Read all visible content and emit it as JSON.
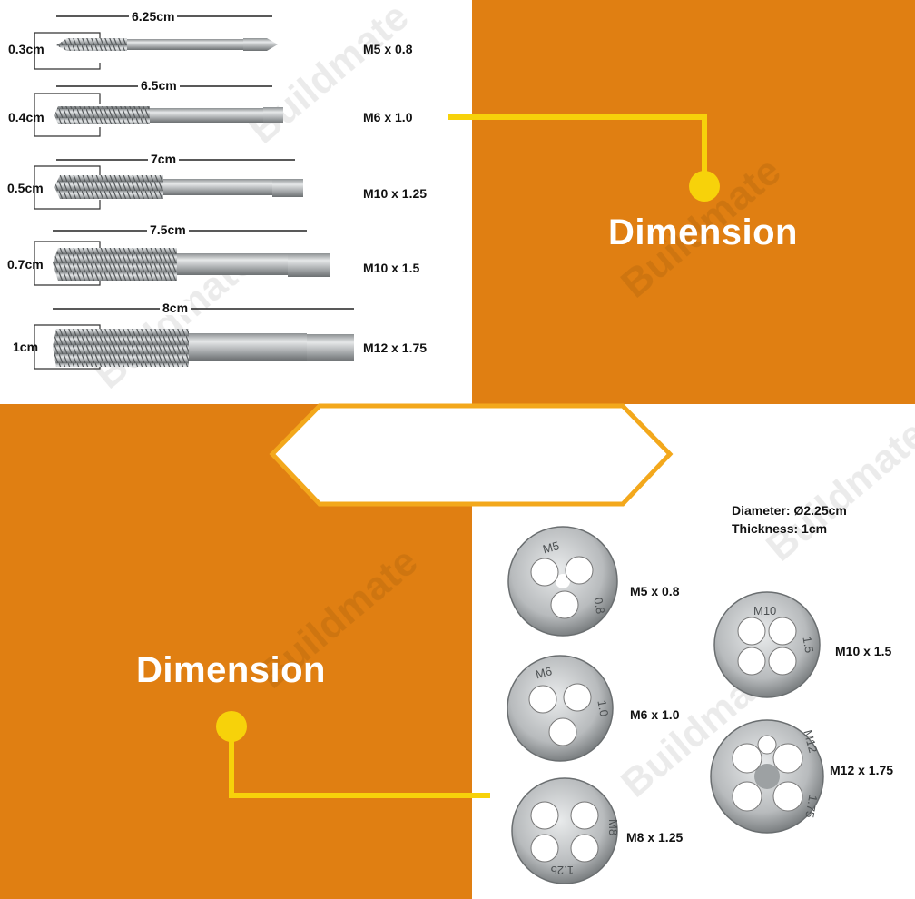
{
  "taps": [
    {
      "length_label": "6.25cm",
      "diameter_label": "0.3cm",
      "size_label": "M5 x 0.8"
    },
    {
      "length_label": "6.5cm",
      "diameter_label": "0.4cm",
      "size_label": "M6 x 1.0"
    },
    {
      "length_label": "7cm",
      "diameter_label": "0.5cm",
      "size_label": "M10 x 1.25"
    },
    {
      "length_label": "7.5cm",
      "diameter_label": "0.7cm",
      "size_label": "M10 x 1.5"
    },
    {
      "length_label": "8cm",
      "diameter_label": "1cm",
      "size_label": "M12 x 1.75"
    }
  ],
  "titles": {
    "top": "Dimension",
    "bottom": "Dimension"
  },
  "die_specs": {
    "diameter": "Diameter: Ø2.25cm",
    "thickness": "Thickness: 1cm"
  },
  "dies": [
    {
      "stamp_top": "M5",
      "stamp_side": "0.8",
      "size_label": "M5 x 0.8"
    },
    {
      "stamp_top": "M6",
      "stamp_side": "1.0",
      "size_label": "M6 x 1.0"
    },
    {
      "stamp_top": "M8",
      "stamp_side": "1.25",
      "size_label": "M8 x 1.25"
    },
    {
      "stamp_top": "M10",
      "stamp_side": "1.5",
      "size_label": "M10 x 1.5"
    },
    {
      "stamp_top": "M12",
      "stamp_side": "1.75",
      "size_label": "M12 x 1.75"
    }
  ],
  "watermark": "Buildmate",
  "colors": {
    "orange": "#e07f12",
    "yellow": "#f7d20a",
    "white": "#ffffff",
    "steel": "#b9bcbe"
  }
}
